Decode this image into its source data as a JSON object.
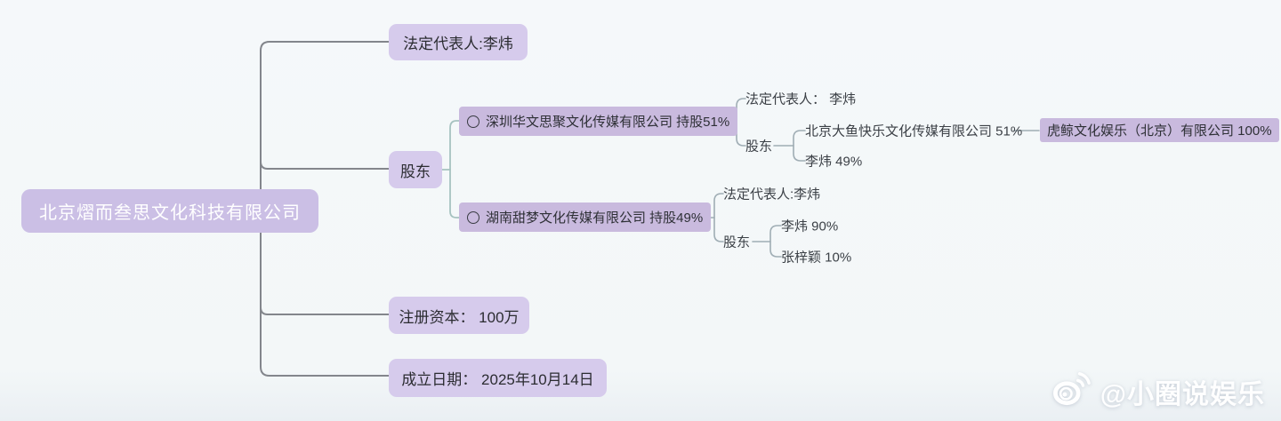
{
  "company": {
    "name": "北京熠而叁思文化科技有限公司"
  },
  "attributes": {
    "legal_rep": "法定代表人:李炜",
    "shareholders_label": "股东",
    "registered_capital": "注册资本： 100万",
    "established_date": "成立日期： 2025年10月14日"
  },
  "shareholder1": {
    "name": "深圳华文思聚文化传媒有限公司 持股51%",
    "legal_rep": "法定代表人： 李炜",
    "shareholders_label": "股东",
    "holders": [
      {
        "name": "北京大鱼快乐文化传媒有限公司 51%",
        "subsidiary": "虎鲸文化娱乐（北京）有限公司 100%"
      },
      {
        "name": "李炜 49%"
      }
    ]
  },
  "shareholder2": {
    "name": "湖南甜梦文化传媒有限公司 持股49%",
    "legal_rep": "法定代表人:李炜",
    "shareholders_label": "股东",
    "holders": [
      {
        "name": "李炜 90%"
      },
      {
        "name": "张梓颖 10%"
      }
    ]
  },
  "watermark": {
    "handle": "@小圈说娱乐",
    "icon": "weibo-icon"
  },
  "colors": {
    "background": "#f4f7f9",
    "root_fill": "#cbbfe5",
    "node_fill": "#d6cbec",
    "highlight_fill": "#c9bade",
    "root_text": "#ffffff",
    "node_text": "#2b2c31",
    "trunk_line": "#83868c",
    "teal_bracket_line": "#a6c2c0",
    "bracket_line": "#9fadb4"
  }
}
